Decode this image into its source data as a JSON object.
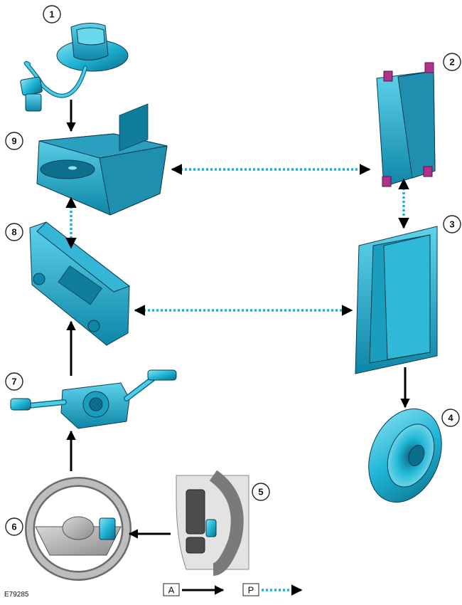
{
  "callouts": [
    "1",
    "2",
    "3",
    "4",
    "5",
    "6",
    "7",
    "8",
    "9"
  ],
  "legend": {
    "solid_key": "A",
    "dotted_key": "P"
  },
  "reference": "E79285",
  "colors": {
    "component": "#1fb5d6",
    "component_dark": "#0b6f8c",
    "component_light": "#8ee3f3",
    "solid_connection": "#000000",
    "dotted_connection": "#2aaad0",
    "clip_magenta": "#b0308a"
  }
}
